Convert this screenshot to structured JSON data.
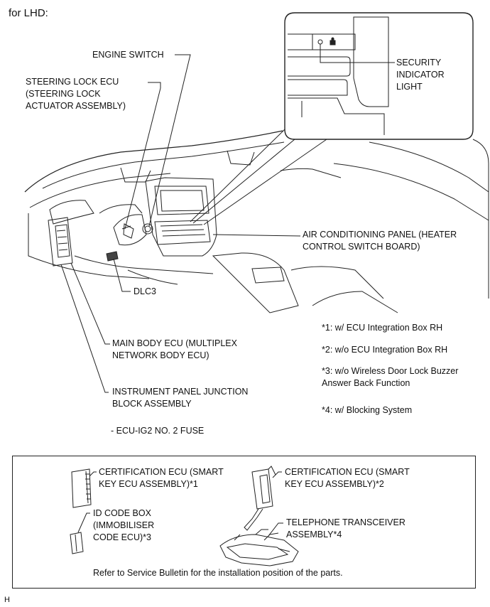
{
  "header": {
    "title": "for LHD:"
  },
  "callouts": {
    "engine_switch": "ENGINE SWITCH",
    "steering_lock_ecu": "STEERING LOCK ECU\n(STEERING LOCK\nACTUATOR ASSEMBLY)",
    "security_indicator": "SECURITY\nINDICATOR\nLIGHT",
    "air_conditioning_panel": "AIR CONDITIONING PANEL (HEATER\nCONTROL SWITCH BOARD)",
    "dlc3": "DLC3",
    "main_body_ecu": "MAIN BODY ECU (MULTIPLEX\nNETWORK BODY ECU)",
    "instrument_panel_jb": "INSTRUMENT PANEL JUNCTION\nBLOCK ASSEMBLY",
    "ecu_ig2_fuse": "- ECU-IG2 NO. 2 FUSE"
  },
  "notes": {
    "n1": "*1: w/ ECU Integration Box RH",
    "n2": "*2: w/o ECU Integration Box RH",
    "n3": "*3: w/o Wireless Door Lock Buzzer\nAnswer Back Function",
    "n4": "*4: w/ Blocking System"
  },
  "parts": {
    "cert_ecu_1": "CERTIFICATION ECU (SMART\nKEY ECU ASSEMBLY)*1",
    "cert_ecu_2": "CERTIFICATION ECU (SMART\nKEY ECU ASSEMBLY)*2",
    "id_code_box": "ID CODE BOX\n(IMMOBILISER\nCODE ECU)*3",
    "telephone_transceiver": "TELEPHONE TRANSCEIVER\nASSEMBLY*4",
    "refer_note": "Refer to Service Bulletin for the installation position of the parts."
  },
  "footer": {
    "code": "H"
  }
}
